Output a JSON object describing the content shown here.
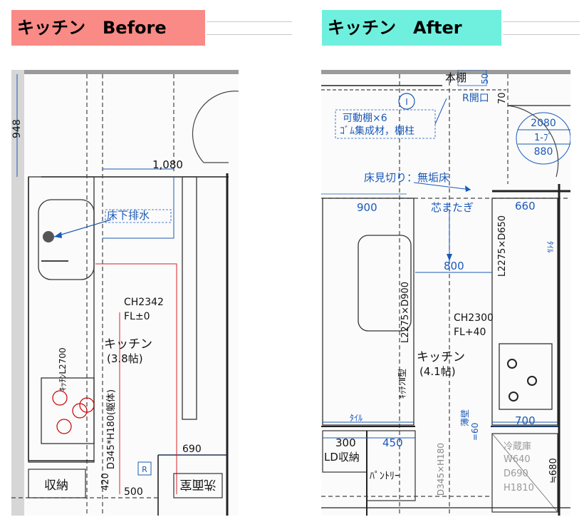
{
  "before": {
    "title": "キッチン　Before",
    "plan": {
      "dim_1080": "1,080",
      "dim_948": "948",
      "floor_drain": "床下排水",
      "ch": "CH2342",
      "fl": "FL±0",
      "room_name": "キッチン",
      "room_size": "(3.8帖)",
      "kitchen_length": "ｷｯﾁﾝL2700",
      "duct": "D345*H180(躯体)",
      "dim_690": "690",
      "dim_420": "420",
      "dim_500": "500",
      "storage": "収納",
      "washroom": "洗面室",
      "marker_r": "R"
    }
  },
  "after": {
    "title": "キッチン　After",
    "plan": {
      "bookshelf": "本棚",
      "r_open": "R開口",
      "dim_70": "70",
      "dim_50": "50",
      "marker_i": "I",
      "shelf_note_1": "可動棚×6",
      "shelf_note_2": "ｺﾞﾑ集成材，棚柱",
      "door_2080": "2080",
      "door_type": "1-ﾌﾞ",
      "door_880": "880",
      "floor_trim": "床見切り：無垢床",
      "dim_900": "900",
      "straddle": "芯またぎ",
      "dim_660": "660",
      "l2275_d650": "L2275×D650",
      "tile_1": "ﾀｲﾙ",
      "l2275_d900": "L2275×D900",
      "dim_800": "800",
      "ch": "CH2300",
      "fl": "FL+40",
      "kitchen_type": "ｷｯﾁﾝⅡ型",
      "room_name": "キッチン",
      "room_size": "(4.1帖)",
      "tile_2": "ﾀｲﾙ",
      "thin_wall": "薄壁",
      "dim_60": "=60",
      "dim_700": "700",
      "duct": "D345×H180",
      "dim_300": "300",
      "dim_450": "450",
      "ld_storage": "LD収納",
      "pantry": "ﾊﾟﾝﾄﾘｰ",
      "fridge": "冷蔵庫",
      "fridge_w": "W640",
      "fridge_d": "D690",
      "fridge_h": "H1810",
      "dim_680": "≒680"
    }
  }
}
